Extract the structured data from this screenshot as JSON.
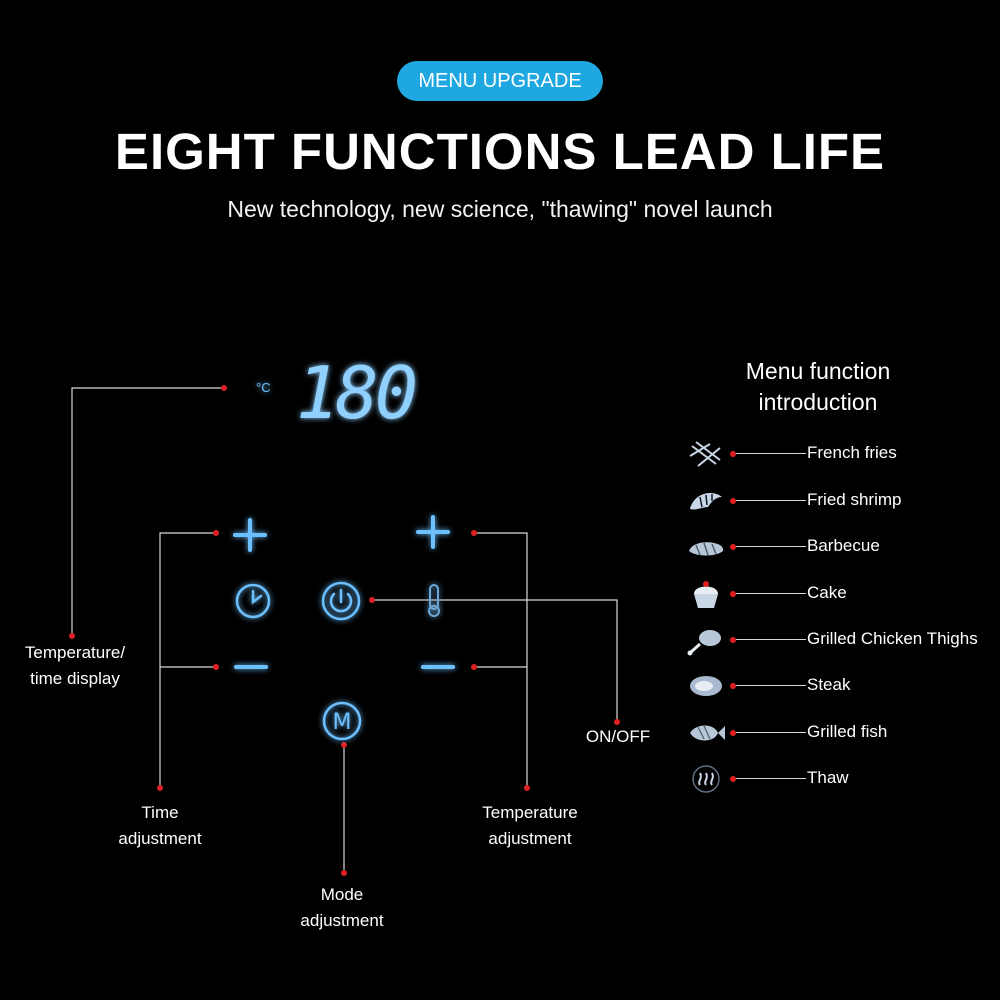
{
  "header": {
    "badge": "MENU UPGRADE",
    "title": "EIGHT FUNCTIONS LEAD LIFE",
    "subtitle": "New technology, new science, \"thawing\" novel launch"
  },
  "display": {
    "unit": "°C",
    "value": "180"
  },
  "labels": {
    "temp_time_display": [
      "Temperature/",
      "time display"
    ],
    "time_adjustment": [
      "Time",
      "adjustment"
    ],
    "mode_adjustment": [
      "Mode",
      "adjustment"
    ],
    "temperature_adjustment": [
      "Temperature",
      "adjustment"
    ],
    "on_off": "ON/OFF"
  },
  "menu": {
    "title": [
      "Menu function",
      "introduction"
    ],
    "items": [
      {
        "label": "French fries",
        "icon": "french-fries-icon"
      },
      {
        "label": "Fried shrimp",
        "icon": "shrimp-icon"
      },
      {
        "label": "Barbecue",
        "icon": "barbecue-icon"
      },
      {
        "label": "Cake",
        "icon": "cake-icon"
      },
      {
        "label": "Grilled Chicken Thighs",
        "icon": "chicken-thigh-icon"
      },
      {
        "label": "Steak",
        "icon": "steak-icon"
      },
      {
        "label": "Grilled fish",
        "icon": "fish-icon"
      },
      {
        "label": "Thaw",
        "icon": "thaw-icon"
      }
    ]
  },
  "colors": {
    "background": "#000000",
    "badge": "#1ea7e0",
    "glow": "#5fb4ff",
    "leader_dot": "#e02020"
  }
}
